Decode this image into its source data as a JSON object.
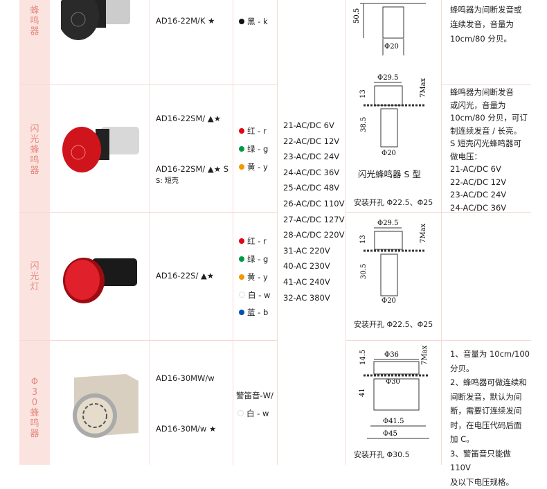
{
  "categories": [
    "蜂鸣器",
    "闪光蜂鸣器",
    "闪光灯",
    "Φ30蜂鸣器"
  ],
  "models": {
    "r1": "AD16-22M/K ★",
    "r2a": "AD16-22SM/ ▲★",
    "r2b": "AD16-22SM/ ▲★ S",
    "r2c": "S: 短壳",
    "r3": "AD16-22S/ ▲★",
    "r4a": "AD16-30MW/w",
    "r4b": "AD16-30M/w ★"
  },
  "colors": {
    "r1": [
      {
        "label": "黑 - k",
        "hex": "#111111"
      }
    ],
    "r2": [
      {
        "label": "红 - r",
        "hex": "#e60012"
      },
      {
        "label": "绿 - g",
        "hex": "#009944"
      },
      {
        "label": "黄 - y",
        "hex": "#f39800"
      }
    ],
    "r3": [
      {
        "label": "红 - r",
        "hex": "#e60012"
      },
      {
        "label": "绿 - g",
        "hex": "#009944"
      },
      {
        "label": "黄 - y",
        "hex": "#f39800"
      },
      {
        "label": "白 - w",
        "hex": "#ffffff"
      },
      {
        "label": "蓝 - b",
        "hex": "#0050b3"
      }
    ],
    "r4_title": "警笛音-W/",
    "r4": [
      {
        "label": "白 - w",
        "hex": "#ffffff"
      }
    ]
  },
  "voltages": [
    "21-AC/DC 6V",
    "22-AC/DC 12V",
    "23-AC/DC 24V",
    "24-AC/DC 36V",
    "25-AC/DC 48V",
    "26-AC/DC 110V",
    "27-AC/DC 127V",
    "28-AC/DC 220V",
    "31-AC 220V",
    "40-AC 230V",
    "41-AC 240V",
    "32-AC 380V"
  ],
  "drawings": {
    "d1": {
      "h": "50.5",
      "dia": "Φ20"
    },
    "d2": {
      "top": "Φ29.5",
      "h1": "13",
      "h2": "38.5",
      "max": "7Max",
      "dia": "Φ20",
      "title": "闪光蜂鸣器 S 型",
      "caption": "安装开孔 Φ22.5、Φ25"
    },
    "d3": {
      "top": "Φ29.5",
      "h1": "13",
      "h2": "30.5",
      "max": "7Max",
      "dia": "Φ20",
      "caption": "安装开孔 Φ22.5、Φ25"
    },
    "d4": {
      "top": "Φ36",
      "mid": "Φ30",
      "h1": "14.5",
      "h2": "41",
      "max": "7Max",
      "d1": "Φ41.5",
      "d2": "Φ45",
      "caption": "安装开孔 Φ30.5"
    }
  },
  "descriptions": {
    "r1": [
      "蜂鸣器为间断发音或",
      "连续发音，音量为",
      "10cm/80 分贝。"
    ],
    "r2": [
      "蜂鸣器为间断发音",
      "或闪光，音量为",
      "10cm/80 分贝，可订",
      "制连续发音 / 长亮。",
      "S 短壳闪光蜂鸣器可",
      "做电压：",
      "21-AC/DC 6V",
      "22-AC/DC 12V",
      "23-AC/DC 24V",
      "24-AC/DC 36V"
    ],
    "r4": [
      "1、音量为 10cm/100",
      "分贝。",
      "2、蜂鸣器可做连续和",
      "间断发音，默认为间",
      "断，需要订连续发间",
      "时，在电压代码后面",
      "加 C。",
      "3、警笛音只能做 110V",
      "及以下电压规格。"
    ]
  }
}
